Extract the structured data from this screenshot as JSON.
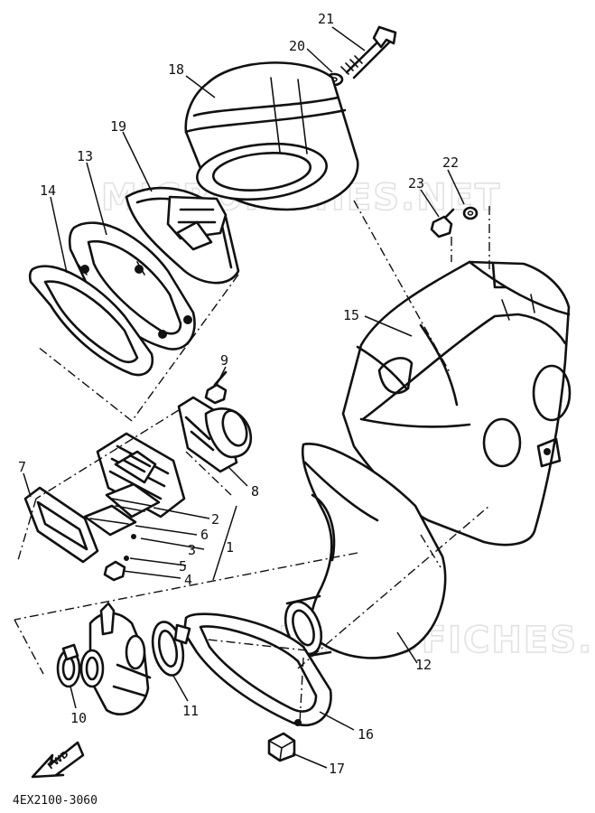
{
  "watermark": "MICROFICHES.NET",
  "drawing_code": "4EX2100-3060",
  "fwd_label": "FWD",
  "callouts": [
    "1",
    "2",
    "3",
    "4",
    "5",
    "6",
    "7",
    "8",
    "9",
    "10",
    "11",
    "12",
    "13",
    "14",
    "15",
    "16",
    "17",
    "18",
    "19",
    "20",
    "21",
    "22",
    "23"
  ]
}
